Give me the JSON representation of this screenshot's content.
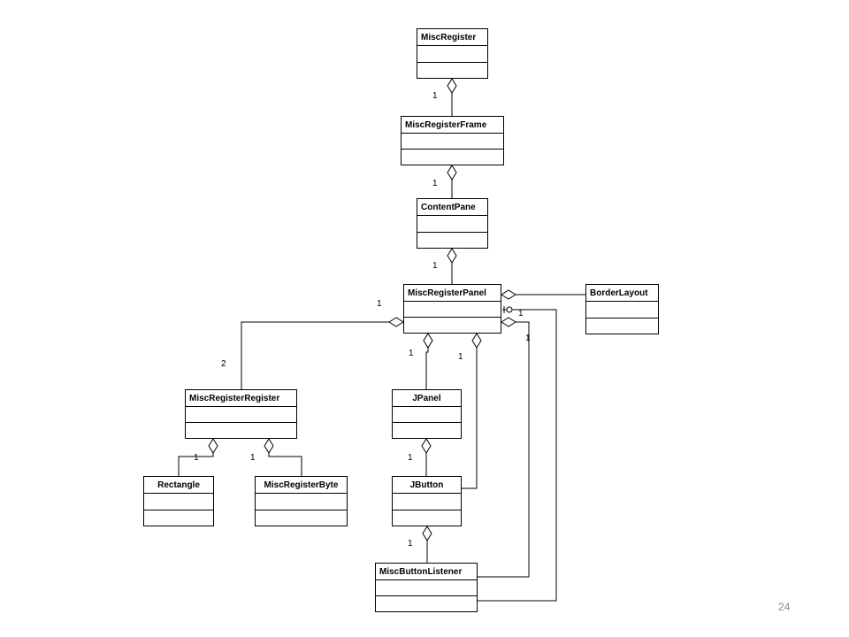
{
  "classes": {
    "misc_register": "MiscRegister",
    "misc_register_frame": "MiscRegisterFrame",
    "content_pane": "ContentPane",
    "misc_register_panel": "MiscRegisterPanel",
    "border_layout": "BorderLayout",
    "misc_register_register": "MiscRegisterRegister",
    "jpanel": "JPanel",
    "rectangle": "Rectangle",
    "misc_register_byte": "MiscRegisterByte",
    "jbutton": "JButton",
    "misc_button_listener": "MiscButtonListener"
  },
  "multiplicities": {
    "frame_to_register": "1",
    "pane_to_frame": "1",
    "panel_to_pane": "1",
    "register_register_panel_end": "1",
    "register_register_end": "2",
    "listener_panel_end_a": "1",
    "listener_panel_end_b": "1",
    "jpanel_end": "1",
    "jbutton_panel_end": "1",
    "rectangle_end": "1",
    "byte_end": "1",
    "jbutton_end": "1",
    "listener_end": "1"
  },
  "page_number": "24"
}
